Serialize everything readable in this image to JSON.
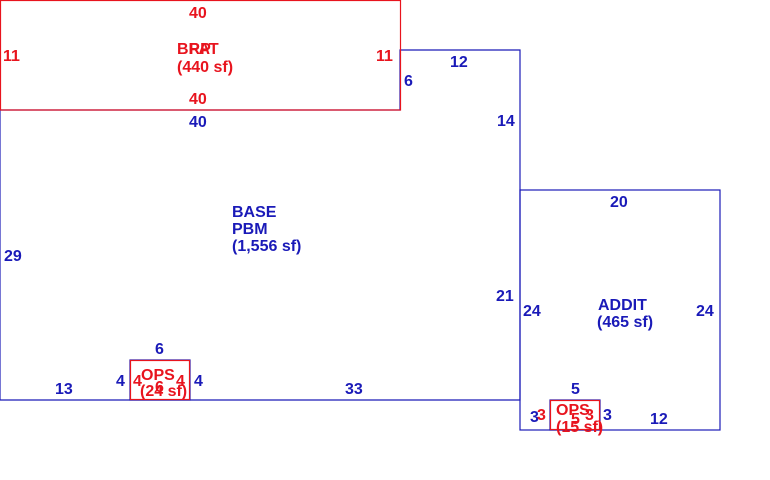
{
  "colors": {
    "base": "#1a1ab8",
    "overlay": "#e8141e"
  },
  "areas": {
    "base": {
      "line1": "BASE",
      "line2": "PBM",
      "area": "(1,556 sf)"
    },
    "addit": {
      "line1": "ADDIT",
      "area": "(465 sf)"
    },
    "patio": {
      "line1": "BRP",
      "line1_overlap": "PAT",
      "area": "(440 sf)"
    },
    "ops_left": {
      "line1": "OPS",
      "area": "(24 sf)"
    },
    "ops_right": {
      "line1": "OPS",
      "area": "(15 sf)"
    }
  },
  "dims": {
    "patio_top": "40",
    "patio_bottom": "40",
    "patio_left": "11",
    "patio_right": "11",
    "base_top": "40",
    "base_right_step": "12",
    "base_right_a": "6",
    "base_right_b": "14",
    "base_left": "29",
    "base_bottom_left": "13",
    "base_bottom_right": "33",
    "base_right_lower": "21",
    "addit_top": "20",
    "addit_left": "24",
    "addit_right": "24",
    "addit_bottom": "12",
    "ops_left_top": "6",
    "ops_left_outer_left": "4",
    "ops_left_outer_right": "4",
    "ops_left_inner_left": "4",
    "ops_left_inner_right": "4",
    "ops_left_inner_bottom": "6",
    "ops_right_top": "5",
    "ops_right_left": "3",
    "ops_right_inner_left": "3",
    "ops_right_inner_right": "3",
    "ops_right_right": "3",
    "ops_right_inner_bottom": "5"
  }
}
